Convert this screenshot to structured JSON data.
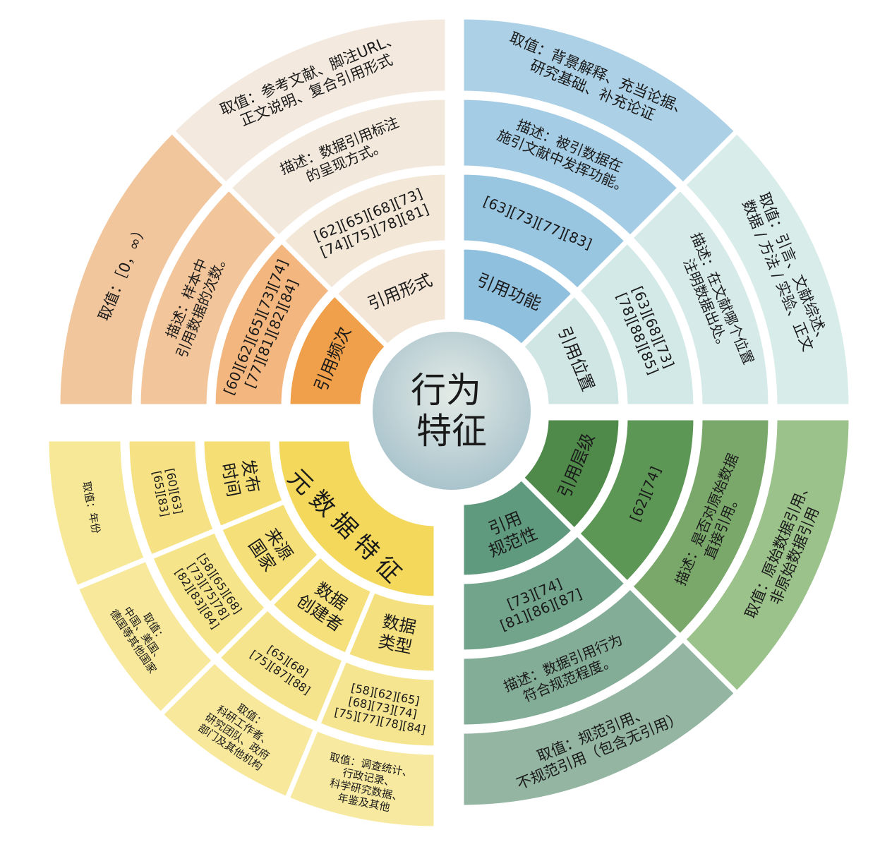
{
  "center": {
    "lines": [
      "行为",
      "特征"
    ]
  },
  "quadrants": [
    {
      "id": "top-left",
      "segments": [
        {
          "label": [
            "引用形式"
          ],
          "refs": [
            "[62][65][68][73]",
            "[74][75][78][81]"
          ],
          "description": [
            "描述：数据引用标注",
            "的呈现方式。"
          ],
          "value": [
            "取值：参考文献、脚注URL、",
            "正文说明、复合引用形式"
          ],
          "colors": [
            "#f4e6d6",
            "#f3e7d8",
            "#f2e8dc",
            "#f3e9de"
          ]
        },
        {
          "label": [
            "引用频次"
          ],
          "refs": [
            "[60][62][65][73][74]",
            "[77][81][82][84]"
          ],
          "description": [
            "描述：样本中",
            "引用数据的次数。"
          ],
          "value": [
            "取值：［0，∞）"
          ],
          "colors": [
            "#f0a04a",
            "#f3b67e",
            "#f3c59a",
            "#f2c69c"
          ]
        }
      ]
    },
    {
      "id": "top-right",
      "segments": [
        {
          "label": [
            "引用位置"
          ],
          "refs": [
            "[63][68][73]",
            "[78][88][85]"
          ],
          "description": [
            "描述：在文献哪个位置",
            "注明数据出处。"
          ],
          "value": [
            "取值：引言、文献综述、",
            "数据 / 方法 / 实验、正文"
          ],
          "colors": [
            "#cfe6e4",
            "#d3e9e7",
            "#d5eae9",
            "#d8ecea"
          ]
        },
        {
          "label": [
            "引用功能"
          ],
          "refs": [
            "[63][73][77][83]"
          ],
          "description": [
            "描述：被引数据在",
            "施引文献中发挥功能。"
          ],
          "value": [
            "取值：背景解释、充当论据、",
            "研究基础、补充论证"
          ],
          "colors": [
            "#8fc0de",
            "#98c5e0",
            "#a4cce4",
            "#acd1e6"
          ]
        }
      ]
    },
    {
      "id": "bottom-right",
      "segments": [
        {
          "label": [
            "引用",
            "规范性"
          ],
          "refs": [
            "[73][74]",
            "[81][86][87]"
          ],
          "description": [
            "描述：数据引用行为",
            "符合规范程度。"
          ],
          "value": [
            "取值：规范引用、",
            "不规范引用（包含无引用）"
          ],
          "colors": [
            "#5f9a7e",
            "#72a48c",
            "#84ad98",
            "#93b5a2"
          ]
        },
        {
          "label": [
            "引用层级"
          ],
          "refs": [
            "[62][74]"
          ],
          "description": [
            "描述：是否对原始数据",
            "直接引用。"
          ],
          "value": [
            "取值：原始数据引用、",
            "非原始数据引用"
          ],
          "colors": [
            "#4f8a4a",
            "#5d9756",
            "#7aa86b",
            "#9cc28b"
          ]
        }
      ]
    },
    {
      "id": "bottom-left",
      "title": [
        "元数据特征"
      ],
      "title_color": "#f4d85c",
      "segments": [
        {
          "label": [
            "发布",
            "时间"
          ],
          "refs": [
            "[60][63]",
            "[65][83]"
          ],
          "value": [
            "取值：年份"
          ],
          "colors": [
            "#f5de74",
            "#f6e285",
            "#f7e897"
          ]
        },
        {
          "label": [
            "来源",
            "国家"
          ],
          "refs": [
            "[58][65][68]",
            "[73][75]78]",
            "[82][83][84]"
          ],
          "value": [
            "取值：",
            "中国、美国、",
            "德国等其他国家"
          ],
          "colors": [
            "#f5df78",
            "#f6e48a",
            "#f7e89b"
          ]
        },
        {
          "label": [
            "数据",
            "创建者"
          ],
          "refs": [
            "[65][68]",
            "[75][87][88]"
          ],
          "value": [
            "取值：",
            "科研工作者、",
            "研究团队、政府",
            "部门及其他机构"
          ],
          "colors": [
            "#f5e07c",
            "#f6e48d",
            "#f7e89c"
          ]
        },
        {
          "label": [
            "数据",
            "类型"
          ],
          "refs": [
            "[58][62][65]",
            "[68][73][74]",
            "[75][77][78][84]"
          ],
          "value": [
            "取值：调查统计、",
            "行政记录、",
            "科学研究数据、",
            "年鉴及其他"
          ],
          "colors": [
            "#f5e080",
            "#f6e590",
            "#f7e99f"
          ]
        }
      ]
    }
  ]
}
